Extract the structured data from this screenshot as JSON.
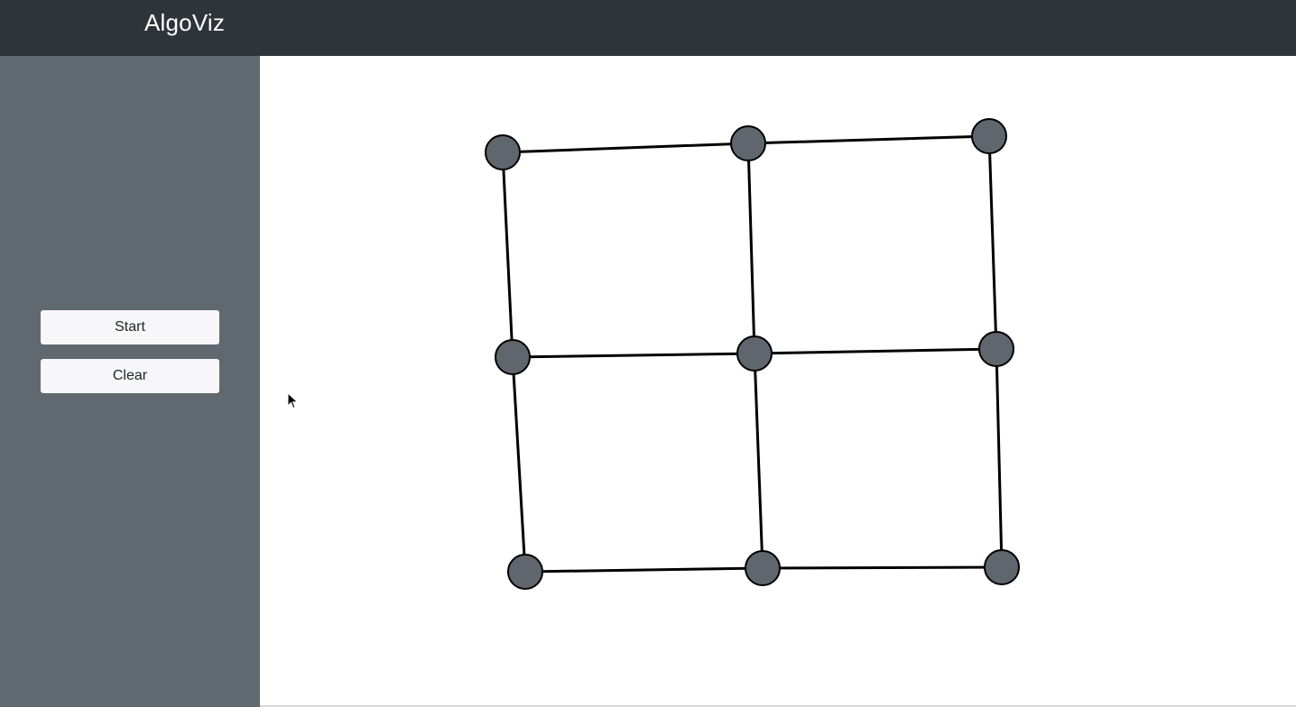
{
  "app": {
    "title": "AlgoViz"
  },
  "sidebar": {
    "start_label": "Start",
    "clear_label": "Clear"
  },
  "graph": {
    "node_color": "#5f666d",
    "edge_color": "#000000",
    "nodes": [
      {
        "id": "n00"
      },
      {
        "id": "n01"
      },
      {
        "id": "n02"
      },
      {
        "id": "n10"
      },
      {
        "id": "n11"
      },
      {
        "id": "n12"
      },
      {
        "id": "n20"
      },
      {
        "id": "n21"
      },
      {
        "id": "n22"
      }
    ],
    "edges": [
      [
        "n00",
        "n01"
      ],
      [
        "n01",
        "n02"
      ],
      [
        "n10",
        "n11"
      ],
      [
        "n11",
        "n12"
      ],
      [
        "n20",
        "n21"
      ],
      [
        "n21",
        "n22"
      ],
      [
        "n00",
        "n10"
      ],
      [
        "n10",
        "n20"
      ],
      [
        "n01",
        "n11"
      ],
      [
        "n11",
        "n21"
      ],
      [
        "n02",
        "n12"
      ],
      [
        "n12",
        "n22"
      ]
    ]
  }
}
